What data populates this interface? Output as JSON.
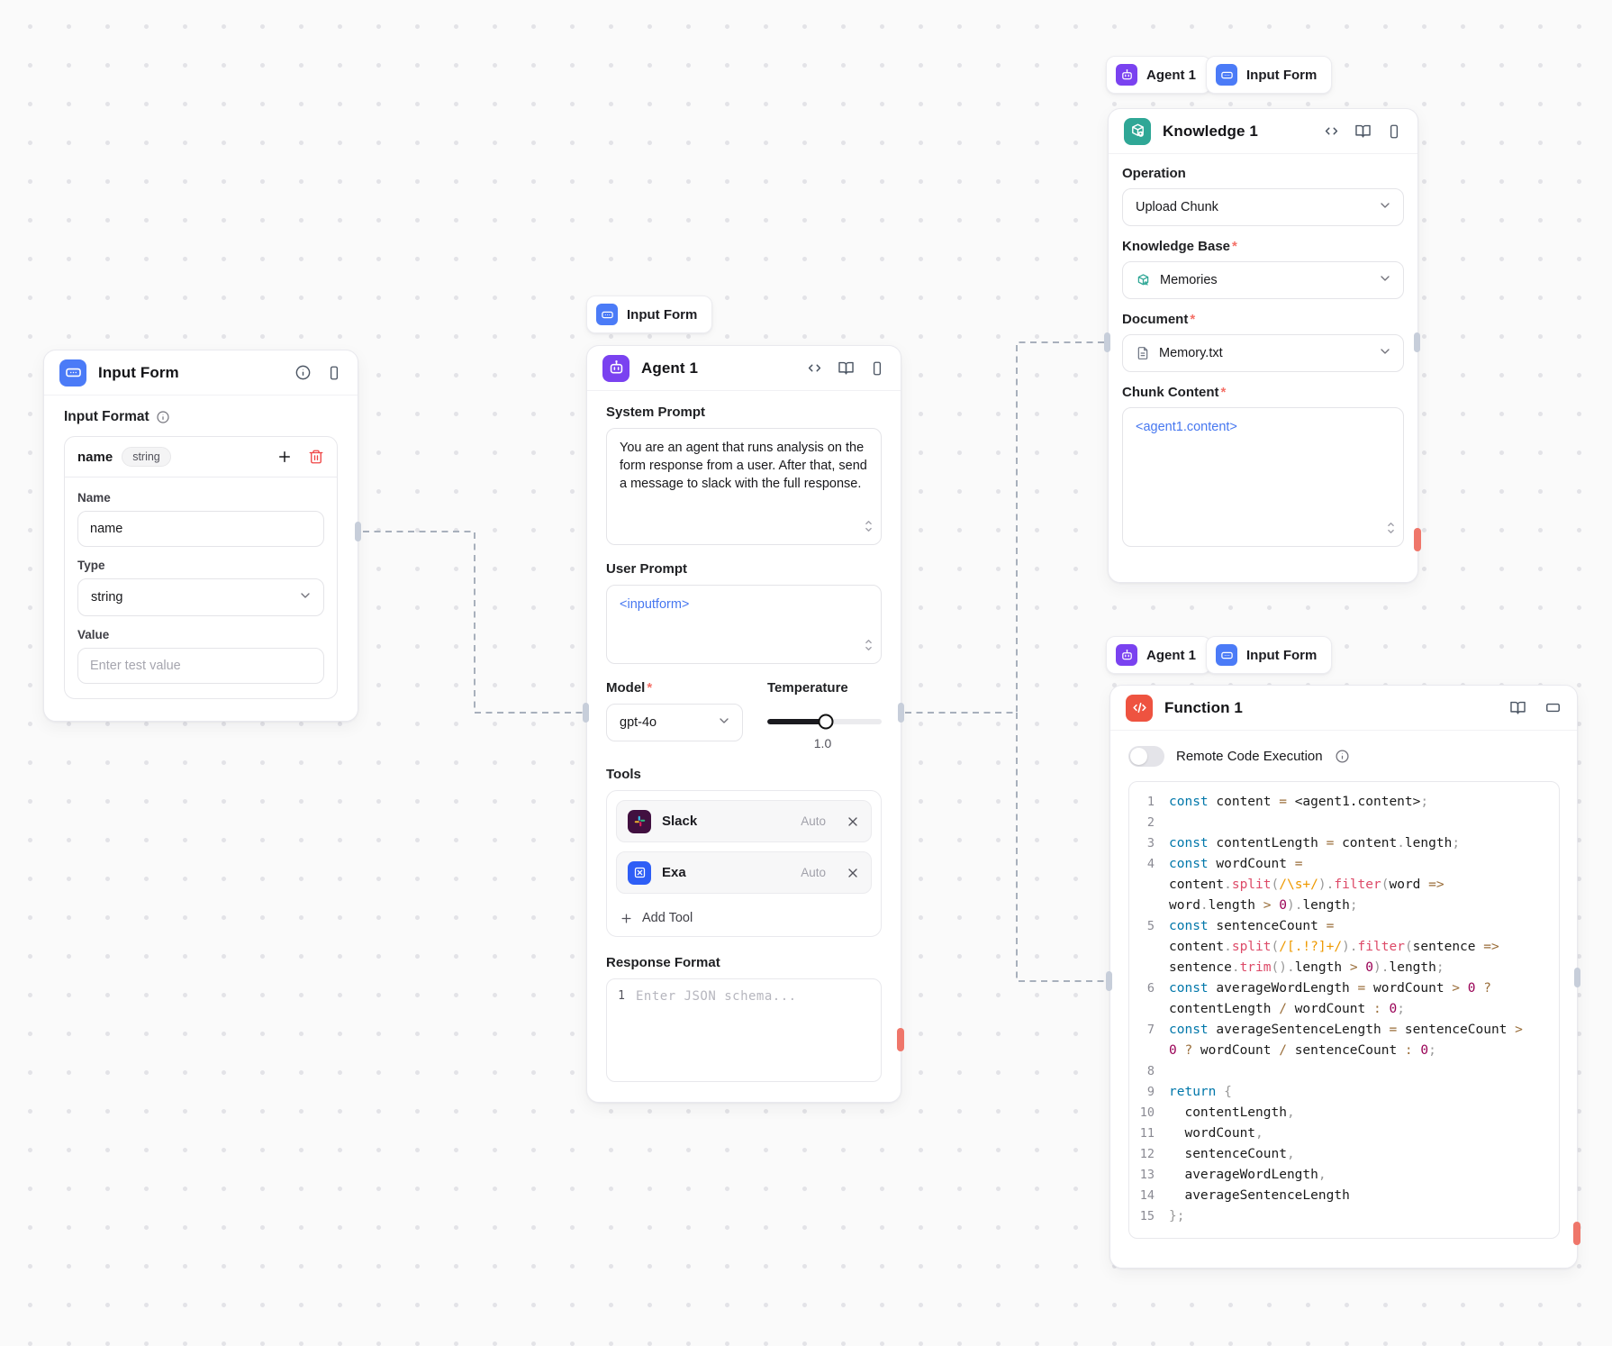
{
  "colors": {
    "input_form_blue": "#4b7bf7",
    "agent_purple": "#7a42f0",
    "knowledge_teal": "#2fa796",
    "function_red": "#ee5340",
    "slack_aubergine": "#411040",
    "exa_blue": "#2e5ef6",
    "template_token_blue": "#4677f0",
    "connector_gray": "#a8b0bc",
    "handle_gray": "#c7ceda",
    "handle_red": "#ef766a"
  },
  "required_marker": "*",
  "pills": {
    "top_right_agent": {
      "label": "Agent 1"
    },
    "top_right_input": {
      "label": "Input Form"
    },
    "above_agent_input": {
      "label": "Input Form"
    },
    "above_function_agent": {
      "label": "Agent 1"
    },
    "above_function_input": {
      "label": "Input Form"
    }
  },
  "input_form": {
    "title": "Input Form",
    "input_format_label": "Input Format",
    "row_name": "name",
    "row_type_chip": "string",
    "name_label": "Name",
    "name_value": "name",
    "type_label": "Type",
    "type_value": "string",
    "value_label": "Value",
    "value_placeholder": "Enter test value"
  },
  "agent": {
    "title": "Agent 1",
    "system_prompt_label": "System Prompt",
    "system_prompt": "You are an agent that runs analysis on the form response from a user. After that, send a message to slack with the full response.",
    "user_prompt_label": "User Prompt",
    "user_prompt": "<inputform>",
    "model_label": "Model",
    "model_value": "gpt-4o",
    "temperature_label": "Temperature",
    "temperature_value": "1.0",
    "tools_label": "Tools",
    "tools": [
      {
        "name": "Slack",
        "mode": "Auto"
      },
      {
        "name": "Exa",
        "mode": "Auto"
      }
    ],
    "add_tool": "Add Tool",
    "response_format_label": "Response Format",
    "response_line": "1",
    "response_placeholder": "Enter JSON schema..."
  },
  "knowledge": {
    "title": "Knowledge 1",
    "operation_label": "Operation",
    "operation_value": "Upload Chunk",
    "knowledge_base_label": "Knowledge Base",
    "knowledge_base_value": "Memories",
    "document_label": "Document",
    "document_value": "Memory.txt",
    "chunk_label": "Chunk Content",
    "chunk_value": "<agent1.content>"
  },
  "function": {
    "title": "Function 1",
    "toggle_label": "Remote Code Execution",
    "code": [
      {
        "n": "1",
        "tokens": [
          [
            "kw",
            "const"
          ],
          [
            "pl",
            " content "
          ],
          [
            "op",
            "="
          ],
          [
            "pl",
            " <agent1.content>"
          ],
          [
            "pu",
            ";"
          ]
        ]
      },
      {
        "n": "2",
        "tokens": []
      },
      {
        "n": "3",
        "tokens": [
          [
            "kw",
            "const"
          ],
          [
            "pl",
            " contentLength "
          ],
          [
            "op",
            "="
          ],
          [
            "pl",
            " content"
          ],
          [
            "pu",
            "."
          ],
          [
            "pl",
            "length"
          ],
          [
            "pu",
            ";"
          ]
        ]
      },
      {
        "n": "4",
        "tokens": [
          [
            "kw",
            "const"
          ],
          [
            "pl",
            " wordCount "
          ],
          [
            "op",
            "="
          ],
          [
            "pl",
            " content"
          ],
          [
            "pu",
            "."
          ],
          [
            "fn",
            "split"
          ],
          [
            "pu",
            "("
          ],
          [
            "rx",
            "/\\s+/"
          ],
          [
            "pu",
            ")."
          ],
          [
            "fn",
            "filter"
          ],
          [
            "pu",
            "("
          ],
          [
            "pl",
            "word "
          ],
          [
            "op",
            "=>"
          ],
          [
            "pl",
            " word"
          ],
          [
            "pu",
            "."
          ],
          [
            "pl",
            "length "
          ],
          [
            "op",
            ">"
          ],
          [
            "pl",
            " "
          ],
          [
            "num",
            "0"
          ],
          [
            "pu",
            ")."
          ],
          [
            "pl",
            "length"
          ],
          [
            "pu",
            ";"
          ]
        ]
      },
      {
        "n": "5",
        "tokens": [
          [
            "kw",
            "const"
          ],
          [
            "pl",
            " sentenceCount "
          ],
          [
            "op",
            "="
          ],
          [
            "pl",
            " content"
          ],
          [
            "pu",
            "."
          ],
          [
            "fn",
            "split"
          ],
          [
            "pu",
            "("
          ],
          [
            "rx",
            "/[.!?]+/"
          ],
          [
            "pu",
            ")."
          ],
          [
            "fn",
            "filter"
          ],
          [
            "pu",
            "("
          ],
          [
            "pl",
            "sentence "
          ],
          [
            "op",
            "=>"
          ],
          [
            "pl",
            " sentence"
          ],
          [
            "pu",
            "."
          ],
          [
            "fn",
            "trim"
          ],
          [
            "pu",
            "()."
          ],
          [
            "pl",
            "length "
          ],
          [
            "op",
            ">"
          ],
          [
            "pl",
            " "
          ],
          [
            "num",
            "0"
          ],
          [
            "pu",
            ")."
          ],
          [
            "pl",
            "length"
          ],
          [
            "pu",
            ";"
          ]
        ]
      },
      {
        "n": "6",
        "tokens": [
          [
            "kw",
            "const"
          ],
          [
            "pl",
            " averageWordLength "
          ],
          [
            "op",
            "="
          ],
          [
            "pl",
            " wordCount "
          ],
          [
            "op",
            ">"
          ],
          [
            "pl",
            " "
          ],
          [
            "num",
            "0"
          ],
          [
            "pl",
            " "
          ],
          [
            "op",
            "?"
          ],
          [
            "pl",
            " contentLength "
          ],
          [
            "op",
            "/"
          ],
          [
            "pl",
            " wordCount "
          ],
          [
            "op",
            ":"
          ],
          [
            "pl",
            " "
          ],
          [
            "num",
            "0"
          ],
          [
            "pu",
            ";"
          ]
        ]
      },
      {
        "n": "7",
        "tokens": [
          [
            "kw",
            "const"
          ],
          [
            "pl",
            " averageSentenceLength "
          ],
          [
            "op",
            "="
          ],
          [
            "pl",
            " sentenceCount "
          ],
          [
            "op",
            ">"
          ],
          [
            "pl",
            " "
          ],
          [
            "num",
            "0"
          ],
          [
            "pl",
            " "
          ],
          [
            "op",
            "?"
          ],
          [
            "pl",
            " wordCount "
          ],
          [
            "op",
            "/"
          ],
          [
            "pl",
            " sentenceCount "
          ],
          [
            "op",
            ":"
          ],
          [
            "pl",
            " "
          ],
          [
            "num",
            "0"
          ],
          [
            "pu",
            ";"
          ]
        ]
      },
      {
        "n": "8",
        "tokens": []
      },
      {
        "n": "9",
        "tokens": [
          [
            "kw",
            "return"
          ],
          [
            "pl",
            " "
          ],
          [
            "pu",
            "{"
          ]
        ]
      },
      {
        "n": "10",
        "tokens": [
          [
            "pl",
            "  contentLength"
          ],
          [
            "pu",
            ","
          ]
        ]
      },
      {
        "n": "11",
        "tokens": [
          [
            "pl",
            "  wordCount"
          ],
          [
            "pu",
            ","
          ]
        ]
      },
      {
        "n": "12",
        "tokens": [
          [
            "pl",
            "  sentenceCount"
          ],
          [
            "pu",
            ","
          ]
        ]
      },
      {
        "n": "13",
        "tokens": [
          [
            "pl",
            "  averageWordLength"
          ],
          [
            "pu",
            ","
          ]
        ]
      },
      {
        "n": "14",
        "tokens": [
          [
            "pl",
            "  averageSentenceLength"
          ]
        ]
      },
      {
        "n": "15",
        "tokens": [
          [
            "pu",
            "};"
          ]
        ]
      }
    ]
  }
}
